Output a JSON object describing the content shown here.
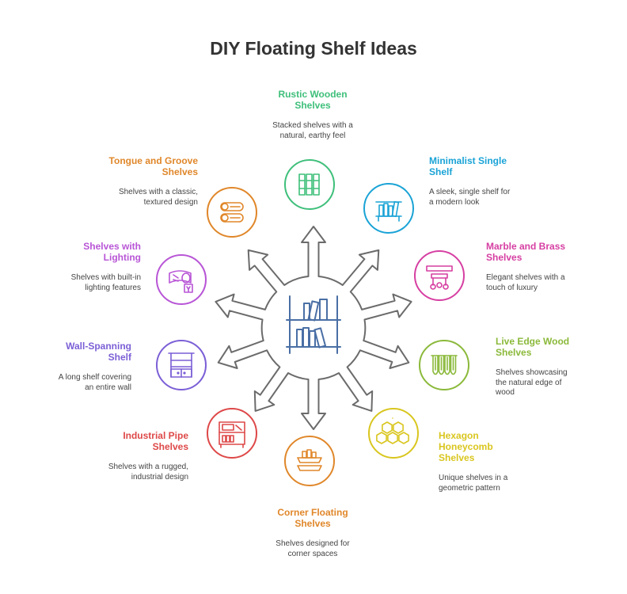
{
  "title": "DIY Floating Shelf Ideas",
  "center_icon": "bookshelf-icon",
  "items": [
    {
      "id": "rustic",
      "title": "Rustic Wooden Shelves",
      "title_lines": [
        "Rustic Wooden",
        "Shelves"
      ],
      "desc_lines": [
        "Stacked shelves with a",
        "natural, earthy feel"
      ],
      "color": "#3ebf7a",
      "icon": "books-icon"
    },
    {
      "id": "minimalist",
      "title": "Minimalist Single Shelf",
      "title_lines": [
        "Minimalist Single",
        "Shelf"
      ],
      "desc_lines": [
        "A sleek, single shelf for",
        "a modern look"
      ],
      "color": "#1aa3d6",
      "icon": "single-shelf-icon"
    },
    {
      "id": "marble",
      "title": "Marble and Brass Shelves",
      "title_lines": [
        "Marble and Brass",
        "Shelves"
      ],
      "desc_lines": [
        "Elegant shelves with a",
        "touch of luxury"
      ],
      "color": "#d63fa2",
      "icon": "marble-brass-icon"
    },
    {
      "id": "liveedge",
      "title": "Live Edge Wood Shelves",
      "title_lines": [
        "Live Edge Wood",
        "Shelves"
      ],
      "desc_lines": [
        "Shelves showcasing",
        "the natural edge of",
        "wood"
      ],
      "color": "#8bb93a",
      "icon": "wood-edge-icon"
    },
    {
      "id": "hexagon",
      "title": "Hexagon Honeycomb Shelves",
      "title_lines": [
        "Hexagon",
        "Honeycomb",
        "Shelves"
      ],
      "desc_lines": [
        "Unique shelves in a",
        "geometric pattern"
      ],
      "color": "#d9c61f",
      "icon": "honeycomb-icon"
    },
    {
      "id": "corner",
      "title": "Corner Floating Shelves",
      "title_lines": [
        "Corner Floating",
        "Shelves"
      ],
      "desc_lines": [
        "Shelves designed for",
        "corner spaces"
      ],
      "color": "#e0872a",
      "icon": "corner-shelf-icon"
    },
    {
      "id": "industrial",
      "title": "Industrial Pipe Shelves",
      "title_lines": [
        "Industrial Pipe",
        "Shelves"
      ],
      "desc_lines": [
        "Shelves with a rugged,",
        "industrial design"
      ],
      "color": "#de4848",
      "icon": "pipe-shelf-icon"
    },
    {
      "id": "wallspan",
      "title": "Wall-Spanning Shelf",
      "title_lines": [
        "Wall-Spanning",
        "Shelf"
      ],
      "desc_lines": [
        "A long shelf covering",
        "an entire wall"
      ],
      "color": "#7b5fd6",
      "icon": "wall-shelf-icon"
    },
    {
      "id": "lighting",
      "title": "Shelves with Lighting",
      "title_lines": [
        "Shelves with",
        "Lighting"
      ],
      "desc_lines": [
        "Shelves with built-in",
        "lighting features"
      ],
      "color": "#b855d6",
      "icon": "lighting-icon"
    },
    {
      "id": "tongue",
      "title": "Tongue and Groove Shelves",
      "title_lines": [
        "Tongue and Groove",
        "Shelves"
      ],
      "desc_lines": [
        "Shelves with a classic,",
        "textured design"
      ],
      "color": "#e0872a",
      "icon": "logs-icon"
    }
  ]
}
